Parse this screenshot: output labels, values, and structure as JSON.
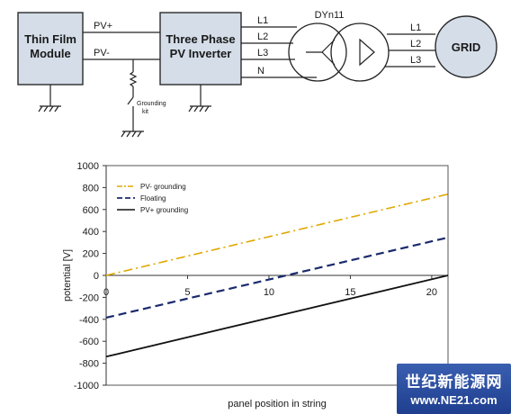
{
  "diagram": {
    "blocks": {
      "thin_film_line1": "Thin Film",
      "thin_film_line2": "Module",
      "inverter_line1": "Three Phase",
      "inverter_line2": "PV Inverter",
      "grid": "GRID",
      "transformer": "DYn11"
    },
    "wires": {
      "pv_plus": "PV+",
      "pv_minus": "PV-",
      "inv_l1": "L1",
      "inv_l2": "L2",
      "inv_l3": "L3",
      "inv_n": "N",
      "grid_l1": "L1",
      "grid_l2": "L2",
      "grid_l3": "L3"
    },
    "grounding_kit_line1": "Grounding",
    "grounding_kit_line2": "kit"
  },
  "chart_data": {
    "type": "line",
    "xlabel": "panel position in string",
    "ylabel": "potential [V]",
    "xlim": [
      0,
      21
    ],
    "ylim": [
      -1000,
      1000
    ],
    "x_ticks": [
      0,
      5,
      10,
      15,
      20
    ],
    "y_ticks": [
      1000,
      800,
      600,
      400,
      200,
      0,
      -200,
      -400,
      -600,
      -800,
      -1000
    ],
    "grid": false,
    "legend_position": "top-left",
    "series": [
      {
        "name": "PV- grounding",
        "color": "#e0a800",
        "dash": "dashdot",
        "x": [
          0,
          21
        ],
        "y": [
          0,
          740
        ]
      },
      {
        "name": "Floating",
        "color": "#1a2a6c",
        "dash": "dashed",
        "x": [
          0,
          21
        ],
        "y": [
          -385,
          345
        ]
      },
      {
        "name": "PV+ grounding",
        "color": "#111111",
        "dash": "solid",
        "x": [
          0,
          21
        ],
        "y": [
          -740,
          0
        ]
      }
    ]
  },
  "watermark": {
    "title": "世纪新能源网",
    "url": "www.NE21.com"
  }
}
